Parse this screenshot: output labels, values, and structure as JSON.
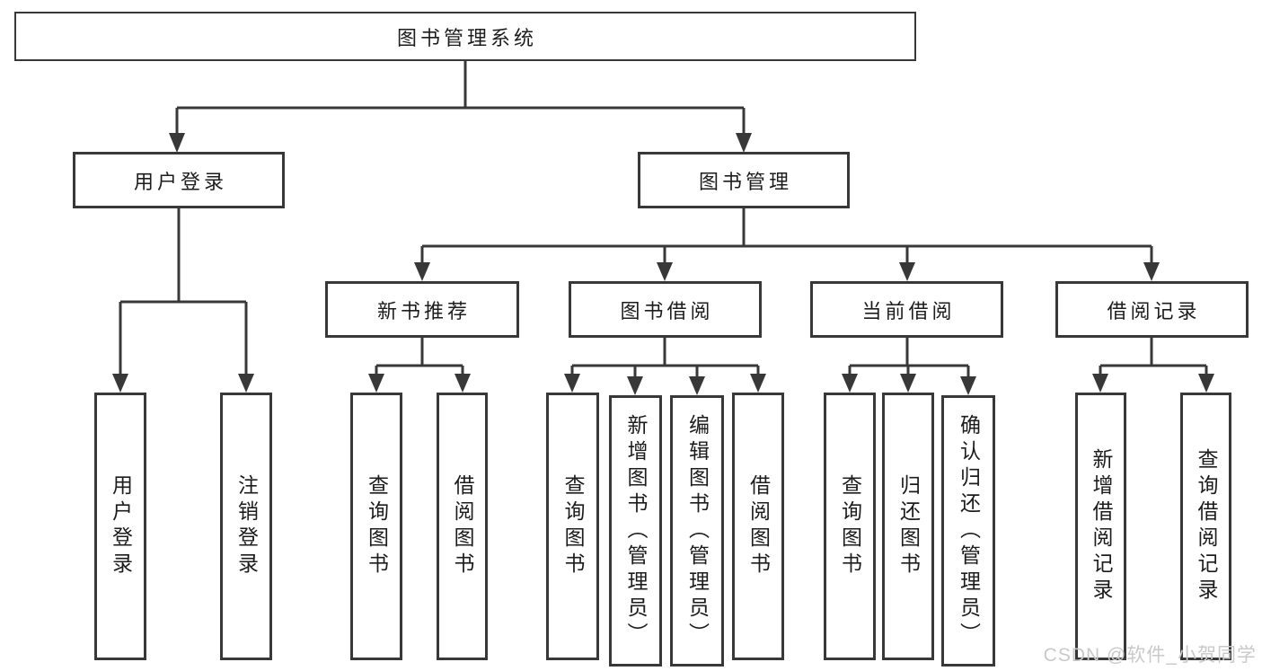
{
  "tree": {
    "label": "图书管理系统",
    "children": [
      {
        "label": "用户登录",
        "children": [
          {
            "label": "用户登录"
          },
          {
            "label": "注销登录"
          }
        ]
      },
      {
        "label": "图书管理",
        "children": [
          {
            "label": "新书推荐",
            "children": [
              {
                "label": "查询图书"
              },
              {
                "label": "借阅图书"
              }
            ]
          },
          {
            "label": "图书借阅",
            "children": [
              {
                "label": "查询图书"
              },
              {
                "label": "新增图书（管理员）"
              },
              {
                "label": "编辑图书（管理员）"
              },
              {
                "label": "借阅图书"
              }
            ]
          },
          {
            "label": "当前借阅",
            "children": [
              {
                "label": "查询图书"
              },
              {
                "label": "归还图书"
              },
              {
                "label": "确认归还（管理员）"
              }
            ]
          },
          {
            "label": "借阅记录",
            "children": [
              {
                "label": "新增借阅记录"
              },
              {
                "label": "查询借阅记录"
              }
            ]
          }
        ]
      }
    ]
  },
  "watermark": {
    "text": "CSDN @软件_小贺同学"
  },
  "colors": {
    "line": "#383838",
    "box_border": "#383838",
    "text": "#1c1c1c",
    "watermark": "#c9c9c9",
    "background": "#ffffff"
  }
}
